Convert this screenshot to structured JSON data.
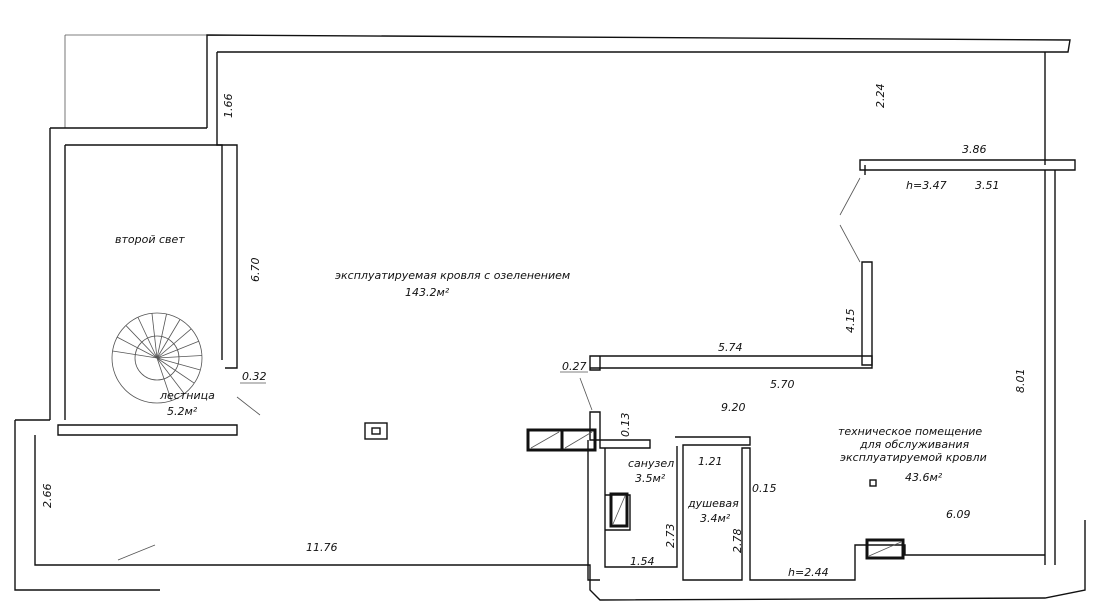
{
  "rooms": {
    "second_light": {
      "name": "второй свет"
    },
    "roof": {
      "name": "эксплуатируемая кровля с озеленением",
      "area": "143.2м²"
    },
    "stairs": {
      "name": "лестница",
      "area": "5.2м²"
    },
    "technical": {
      "line1": "техническое помещение",
      "line2": "для обслуживания",
      "line3": "эксплуатируемой кровли",
      "area": "43.6м²"
    },
    "wc": {
      "name": "санузел",
      "area": "3.5м²"
    },
    "shower": {
      "name": "душевая",
      "area": "3.4м²"
    }
  },
  "dims": {
    "d166": "1.66",
    "d224": "2.24",
    "d386": "3.86",
    "h347": "h=3.47",
    "d351": "3.51",
    "d670": "6.70",
    "d415": "4.15",
    "d801": "8.01",
    "d574": "5.74",
    "d570": "5.70",
    "d027": "0.27",
    "d032": "0.32",
    "d920": "9.20",
    "d013": "0.13",
    "d121": "1.21",
    "d015": "0.15",
    "d609": "6.09",
    "d266": "2.66",
    "d273": "2.73",
    "d278": "2.78",
    "d1176": "11.76",
    "d154": "1.54",
    "h244": "h=2.44"
  }
}
